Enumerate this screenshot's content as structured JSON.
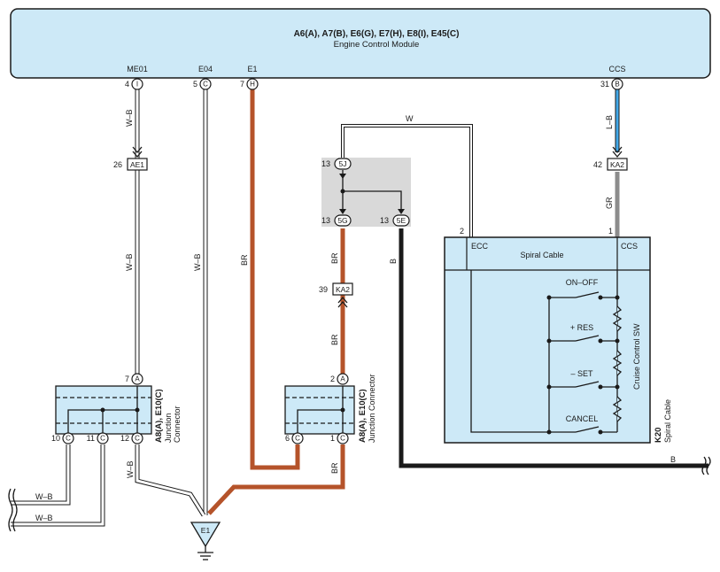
{
  "colors": {
    "brown": "#b5532a",
    "black": "#1a1a1a",
    "white_wire": "#ffffff",
    "blue": "#42a8e8",
    "gray": "#8c8c8c",
    "module_fill": "#cde9f7",
    "panel_fill": "#d9d9d9"
  },
  "ecm": {
    "title": "A6(A), A7(B), E6(G), E7(H), E8(I), E45(C)",
    "subtitle": "Engine Control Module",
    "pins": [
      {
        "name": "ME01",
        "num": "4",
        "letter": "I"
      },
      {
        "name": "E04",
        "num": "5",
        "letter": "C"
      },
      {
        "name": "E1",
        "num": "7",
        "letter": "H"
      },
      {
        "name": "CCS",
        "num": "31",
        "letter": "B"
      }
    ]
  },
  "connectors": {
    "ae1": {
      "num": "26",
      "label": "AE1"
    },
    "ka2_top": {
      "num": "42",
      "label": "KA2"
    },
    "ka2_mid": {
      "num": "39",
      "label": "KA2"
    }
  },
  "junction_box": {
    "top": {
      "num": "13",
      "label": "5J"
    },
    "bl": {
      "num": "13",
      "label": "5G"
    },
    "br": {
      "num": "13",
      "label": "5E"
    }
  },
  "wires": {
    "wb": "W–B",
    "br": "BR",
    "w": "W",
    "lb": "L–B",
    "gr": "GR",
    "b": "B"
  },
  "jc_left": {
    "title": "A8(A), E10(C)",
    "subtitle1": "Junction",
    "subtitle2": "Connector",
    "top_pin": {
      "num": "7",
      "letter": "A"
    },
    "bottom_pins": [
      {
        "num": "10",
        "letter": "C"
      },
      {
        "num": "11",
        "letter": "C"
      },
      {
        "num": "12",
        "letter": "C"
      }
    ]
  },
  "jc_right": {
    "title": "A8(A), E10(C)",
    "subtitle": "Junction Connector",
    "top_pin": {
      "num": "2",
      "letter": "A"
    },
    "bottom_pins": [
      {
        "num": "6",
        "letter": "C"
      },
      {
        "num": "1",
        "letter": "C"
      }
    ]
  },
  "spiral": {
    "pin_ecc": "ECC",
    "pin_ccs": "CCS",
    "num_ecc": "2",
    "num_ccs": "1",
    "title": "Spiral Cable",
    "component_id": "K20",
    "component_name": "Spiral Cable",
    "sw_label": "Cruise Control SW",
    "switches": [
      "ON–OFF",
      "+ RES",
      "– SET",
      "CANCEL"
    ]
  },
  "ground": {
    "label": "E1"
  }
}
